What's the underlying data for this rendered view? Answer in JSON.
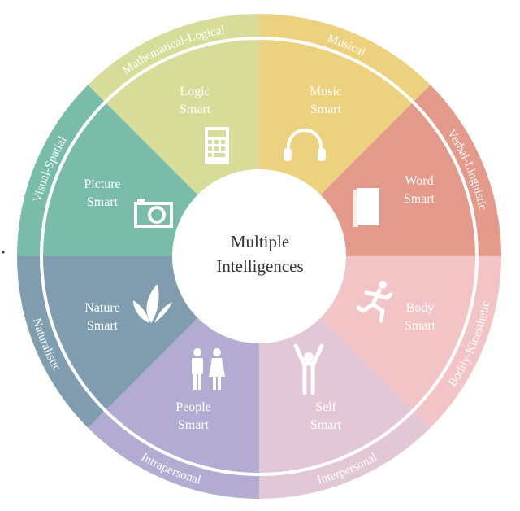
{
  "title": {
    "line1": "Multiple",
    "line2": "Intelligences"
  },
  "sectors": [
    {
      "id": "music",
      "smart_line1": "Music",
      "smart_line2": "Smart",
      "intelligence": "Musical",
      "icon": "headphones-icon",
      "color": "#ecd27f"
    },
    {
      "id": "word",
      "smart_line1": "Word",
      "smart_line2": "Smart",
      "intelligence": "Verbal-Linguistic",
      "icon": "book-icon",
      "color": "#e49a8b"
    },
    {
      "id": "body",
      "smart_line1": "Body",
      "smart_line2": "Smart",
      "intelligence": "Bodily-Kinesthetic",
      "icon": "runner-icon",
      "color": "#f3c4c6"
    },
    {
      "id": "self",
      "smart_line1": "Self",
      "smart_line2": "Smart",
      "intelligence": "Interpersonal",
      "icon": "person-arms-up-icon",
      "color": "#e2c7d7"
    },
    {
      "id": "people",
      "smart_line1": "People",
      "smart_line2": "Smart",
      "intelligence": "Intrapersonal",
      "icon": "couple-icon",
      "color": "#b3abd2"
    },
    {
      "id": "nature",
      "smart_line1": "Nature",
      "smart_line2": "Smart",
      "intelligence": "Naturalistic",
      "icon": "leaves-icon",
      "color": "#7f9dae"
    },
    {
      "id": "picture",
      "smart_line1": "Picture",
      "smart_line2": "Smart",
      "intelligence": "Visual-Spatial",
      "icon": "camera-icon",
      "color": "#79bcaa"
    },
    {
      "id": "logic",
      "smart_line1": "Logic",
      "smart_line2": "Smart",
      "intelligence": "Mathematical-Logical",
      "icon": "calculator-icon",
      "color": "#d8dc99"
    }
  ]
}
